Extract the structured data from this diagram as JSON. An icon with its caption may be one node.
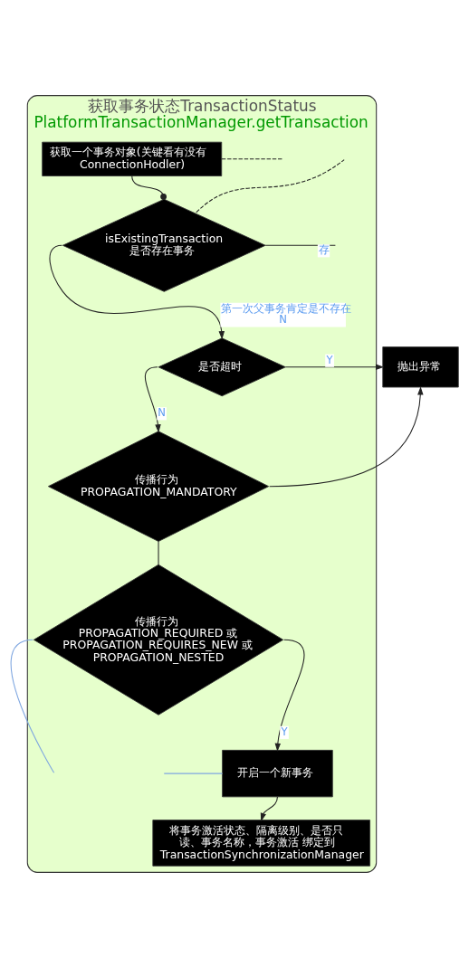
{
  "diagram": {
    "nodes": [
      {
        "text": [
          "获取事务状态TransactionStatus",
          "PlatformTransactionManager.getTransaction"
        ]
      },
      {
        "text": [
          "获取一个事务对象(关键看有没有ConnectionHodler)"
        ],
        "in": 0
      },
      {
        "text": [
          "isExistingTransaction 是否存在事务"
        ],
        "in": 0
      },
      {
        "text": [
          "是否超时"
        ],
        "in": 0
      },
      {
        "text": [
          "抛出异常"
        ]
      },
      {
        "text": [
          "传播行为 PROPAGATION_MANDATORY"
        ],
        "in": 0
      },
      {
        "text": [
          "传播行为 PROPAGATION_REQUIRED 或 PROPAGATION_REQUIRES_NEW 或 PROPAGATION_NESTED"
        ],
        "in": 0
      },
      {
        "text": [
          "开启一个新事务"
        ],
        "in": 0
      },
      {
        "text": [
          "将事务激活状态、隔离级别、是否只读、事务名称，事务激活 绑定到 TransactionSynchronizationManager"
        ],
        "in": 0
      }
    ],
    "edges": [
      {
        "from": 1,
        "to": 2,
        "arrow": "other"
      },
      {
        "from": 1,
        "to": null,
        "arrow": "none",
        "style": "dashed"
      },
      {
        "from": 2,
        "to": 3,
        "arrow": "to",
        "label": "第一次父事务肯定是不存在 N"
      },
      {
        "from": 2,
        "to": null,
        "arrow": "none",
        "style": "dashed"
      },
      {
        "from": 2,
        "to": null,
        "arrow": "none",
        "label": "存"
      },
      {
        "from": 3,
        "to": 4,
        "arrow": "to",
        "label": "Y"
      },
      {
        "from": 3,
        "to": 5,
        "arrow": "to",
        "label": "N"
      },
      {
        "from": 5,
        "to": 4,
        "arrow": "to"
      },
      {
        "from": 5,
        "to": 6,
        "arrow": "none"
      },
      {
        "from": 6,
        "to": 7,
        "arrow": "to",
        "label": "Y"
      },
      {
        "from": 6,
        "to": null,
        "arrow": "none",
        "color": "#7ea6e0"
      },
      {
        "from": null,
        "to": 7,
        "arrow": "none",
        "color": "#7ea6e0"
      },
      {
        "from": 7,
        "to": 8,
        "arrow": "to"
      }
    ]
  }
}
